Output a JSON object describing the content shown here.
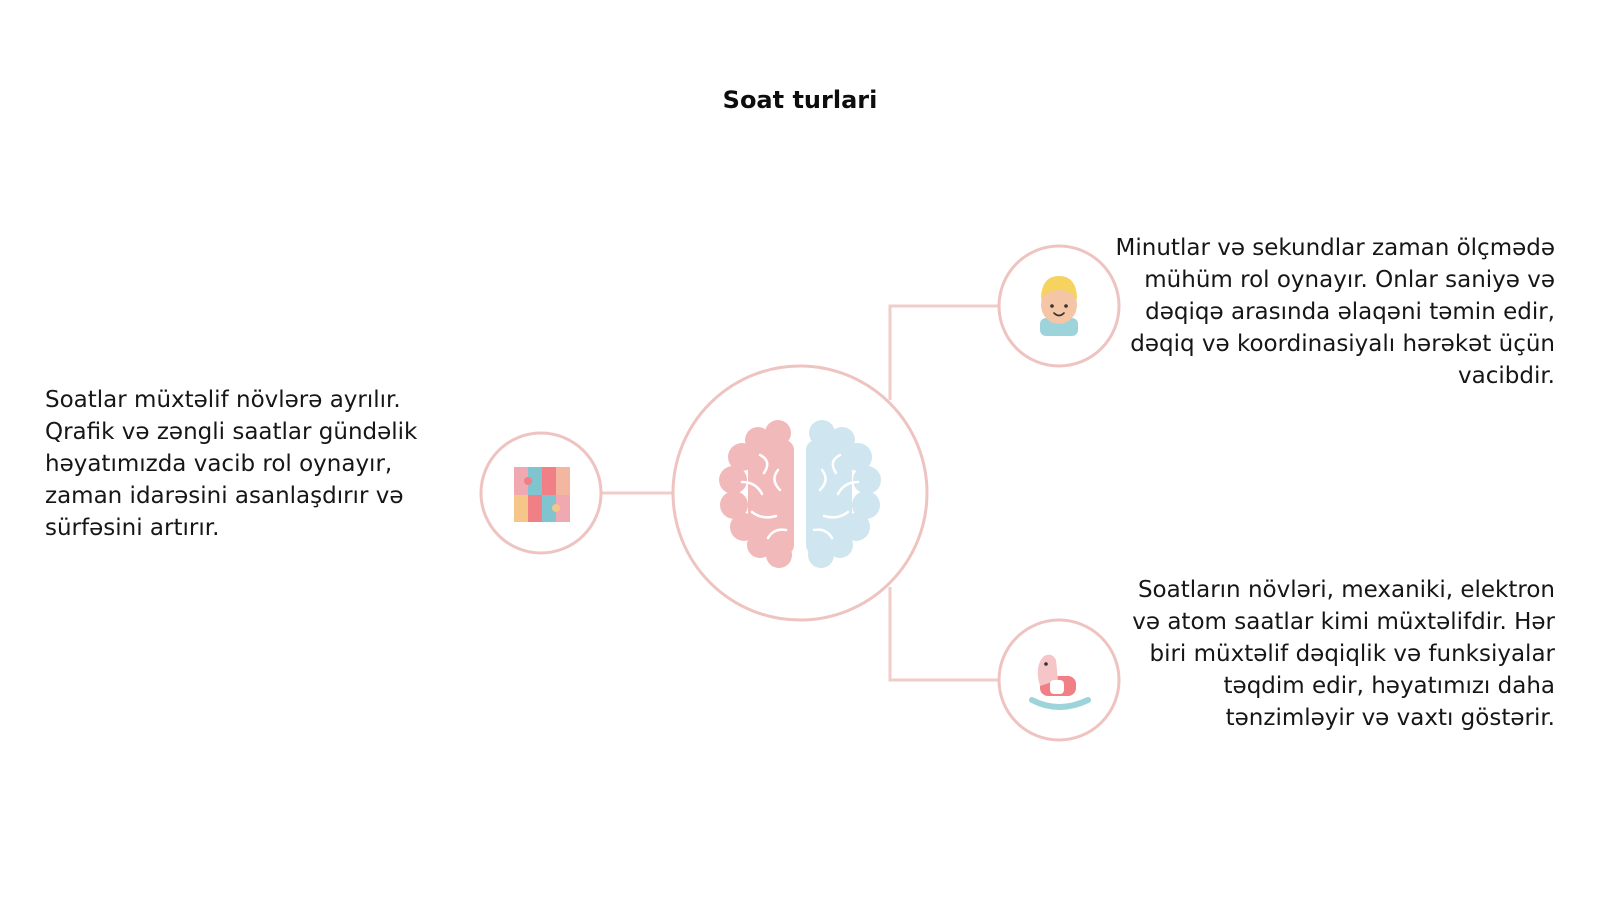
{
  "title": "Soat turlari",
  "colors": {
    "connector": "#f0cdcb",
    "circle_stroke": "#eec3c0",
    "brain_left": "#f2b9bb",
    "brain_right": "#cfe5ef"
  },
  "nodes": [
    {
      "id": "center",
      "icon": "brain-icon"
    },
    {
      "id": "left",
      "icon": "puzzle-icon"
    },
    {
      "id": "top-right",
      "icon": "child-face-icon"
    },
    {
      "id": "bottom-right",
      "icon": "rocking-horse-icon"
    }
  ],
  "texts": {
    "left": "Soatlar müxtəlif növlərə ayrılır. Qrafik və zəngli saatlar gündəlik həyatımızda vacib rol oynayır, zaman idarəsini asanlaşdırır və sürfəsini artırır.",
    "top_right": "Minutlar və sekundlar zaman ölçmədə mühüm rol oynayır. Onlar saniyə və dəqiqə arasında əlaqəni təmin edir, dəqiq və koordinasiyalı hərəkət üçün vacibdir.",
    "bottom_right": "Soatların növləri, mexaniki, elektron və atom saatlar kimi müxtəlifdir. Hər biri müxtəlif dəqiqlik və funksiyalar təqdim edir, həyatımızı daha tənzimləyir və vaxtı göstərir."
  }
}
